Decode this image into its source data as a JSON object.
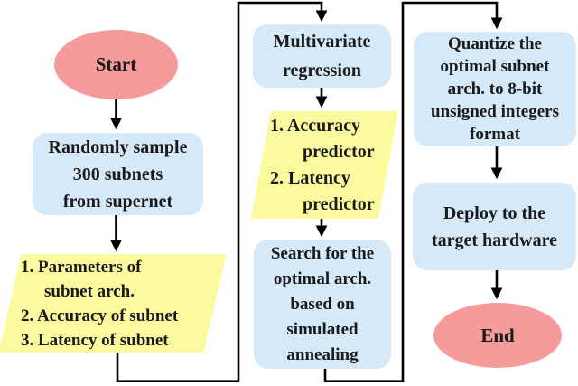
{
  "diagram": {
    "type": "flowchart",
    "description": "Neural architecture search and deployment pipeline flowchart"
  },
  "colors": {
    "terminal_fill": "#f59b9b",
    "process_fill": "#d6e9f8",
    "data_fill": "#fbfa9f",
    "line_color": "#000000",
    "text_color": "#1a1a1a"
  },
  "nodes": {
    "start": {
      "shape": "terminal",
      "label": "Start"
    },
    "sample_subnets": {
      "shape": "process",
      "lines": [
        "Randomly sample",
        "300 subnets",
        "from supernet"
      ]
    },
    "subnet_properties": {
      "shape": "data",
      "lines": [
        "1. Parameters of",
        "subnet arch.",
        "2. Accuracy of subnet",
        "3. Latency of subnet"
      ]
    },
    "multivariate_regression": {
      "shape": "process",
      "lines": [
        "Multivariate",
        "regression"
      ]
    },
    "predictors": {
      "shape": "data",
      "lines": [
        "1. Accuracy",
        "predictor",
        "2. Latency",
        "predictor"
      ]
    },
    "search_optimal": {
      "shape": "process",
      "lines": [
        "Search for the",
        "optimal arch.",
        "based on",
        "simulated",
        "annealing"
      ]
    },
    "quantize": {
      "shape": "process",
      "lines": [
        "Quantize the",
        "optimal subnet",
        "arch. to 8-bit",
        "unsigned integers",
        "format"
      ]
    },
    "deploy": {
      "shape": "process",
      "lines": [
        "Deploy to the",
        "target hardware"
      ]
    },
    "end": {
      "shape": "terminal",
      "label": "End"
    }
  },
  "edges": [
    "start -> sample_subnets",
    "sample_subnets -> subnet_properties",
    "subnet_properties -> multivariate_regression",
    "multivariate_regression -> predictors",
    "predictors -> search_optimal",
    "search_optimal -> quantize",
    "quantize -> deploy",
    "deploy -> end"
  ]
}
